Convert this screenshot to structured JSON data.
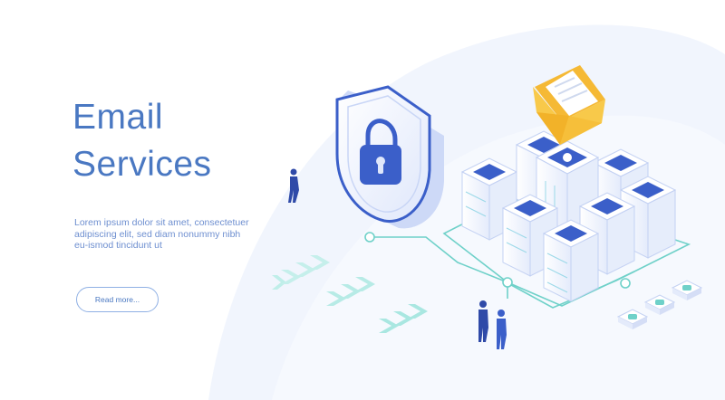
{
  "hero": {
    "title_line1": "Email",
    "title_line2": "Services",
    "description": "Lorem ipsum dolor sit amet, consectetuer adipiscing elit, sed diam nonummy nibh eu-ismod tincidunt ut",
    "read_more_label": "Read more..."
  },
  "colors": {
    "title": "#4a78c2",
    "body_text": "#6e8fd0",
    "accent_blue": "#3b5fc9",
    "shield_light": "#e9efff",
    "envelope_yellow": "#f8c94a",
    "circuit_teal": "#54c7c0",
    "background_blob": "#eef3fd"
  },
  "icons": {
    "shield": "shield-icon",
    "padlock": "padlock-icon",
    "envelope": "envelope-icon",
    "server": "server-rack-icon",
    "chevrons": "chevron-arrow-icon",
    "person": "person-icon"
  }
}
